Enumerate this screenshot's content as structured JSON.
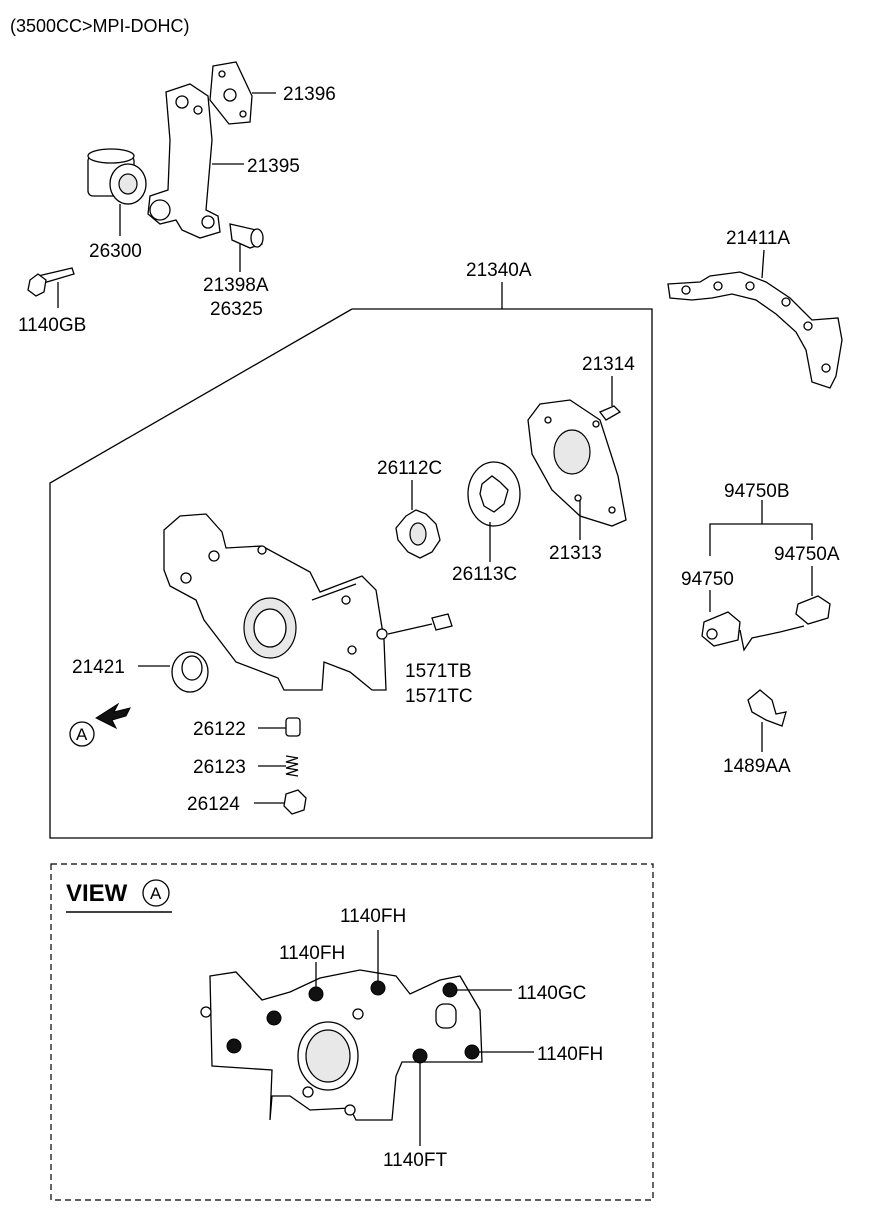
{
  "header": {
    "engine_spec": "(3500CC>MPI-DOHC)"
  },
  "view": {
    "label": "VIEW",
    "marker": "A"
  },
  "callouts": {
    "p21396": "21396",
    "p21395": "21395",
    "p26300": "26300",
    "p21398a": "21398A",
    "p26325": "26325",
    "p1140gb": "1140GB",
    "p21340a": "21340A",
    "p21411a": "21411A",
    "p21314": "21314",
    "p26112c": "26112C",
    "p26113c": "26113C",
    "p21313": "21313",
    "p1571tb": "1571TB",
    "p1571tc": "1571TC",
    "p21421": "21421",
    "p26122": "26122",
    "p26123": "26123",
    "p26124": "26124",
    "p94750b": "94750B",
    "p94750": "94750",
    "p94750a": "94750A",
    "p1489aa": "1489AA",
    "v1140fh_top": "1140FH",
    "v1140fh_left": "1140FH",
    "v1140gc": "1140GC",
    "v1140fh_right": "1140FH",
    "v1140ft": "1140FT"
  }
}
